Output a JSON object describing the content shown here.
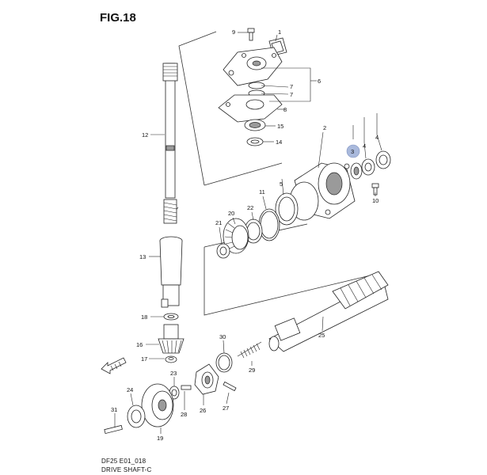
{
  "figure": {
    "title": "FIG.18",
    "footer_code": "DF25 E01_018",
    "footer_name": "DRIVE SHAFT-C"
  },
  "callouts": [
    {
      "id": "1",
      "text": "1"
    },
    {
      "id": "2",
      "text": "2"
    },
    {
      "id": "3",
      "text": "3",
      "highlight": true
    },
    {
      "id": "4a",
      "text": "4"
    },
    {
      "id": "4b",
      "text": "4"
    },
    {
      "id": "5",
      "text": "5"
    },
    {
      "id": "6",
      "text": "6"
    },
    {
      "id": "7a",
      "text": "7"
    },
    {
      "id": "7b",
      "text": "7"
    },
    {
      "id": "8",
      "text": "8"
    },
    {
      "id": "9",
      "text": "9"
    },
    {
      "id": "10",
      "text": "10"
    },
    {
      "id": "11",
      "text": "11"
    },
    {
      "id": "12",
      "text": "12"
    },
    {
      "id": "13",
      "text": "13"
    },
    {
      "id": "14",
      "text": "14"
    },
    {
      "id": "15",
      "text": "15"
    },
    {
      "id": "16",
      "text": "16"
    },
    {
      "id": "17",
      "text": "17"
    },
    {
      "id": "18",
      "text": "18"
    },
    {
      "id": "19",
      "text": "19"
    },
    {
      "id": "20",
      "text": "20"
    },
    {
      "id": "21",
      "text": "21"
    },
    {
      "id": "22",
      "text": "22"
    },
    {
      "id": "23",
      "text": "23"
    },
    {
      "id": "24",
      "text": "24"
    },
    {
      "id": "25",
      "text": "25"
    },
    {
      "id": "26",
      "text": "26"
    },
    {
      "id": "27",
      "text": "27"
    },
    {
      "id": "28",
      "text": "28"
    },
    {
      "id": "29",
      "text": "29"
    },
    {
      "id": "30",
      "text": "30"
    },
    {
      "id": "31",
      "text": "31"
    }
  ],
  "colors": {
    "highlight": "#a9b9dc",
    "line": "#222222"
  }
}
